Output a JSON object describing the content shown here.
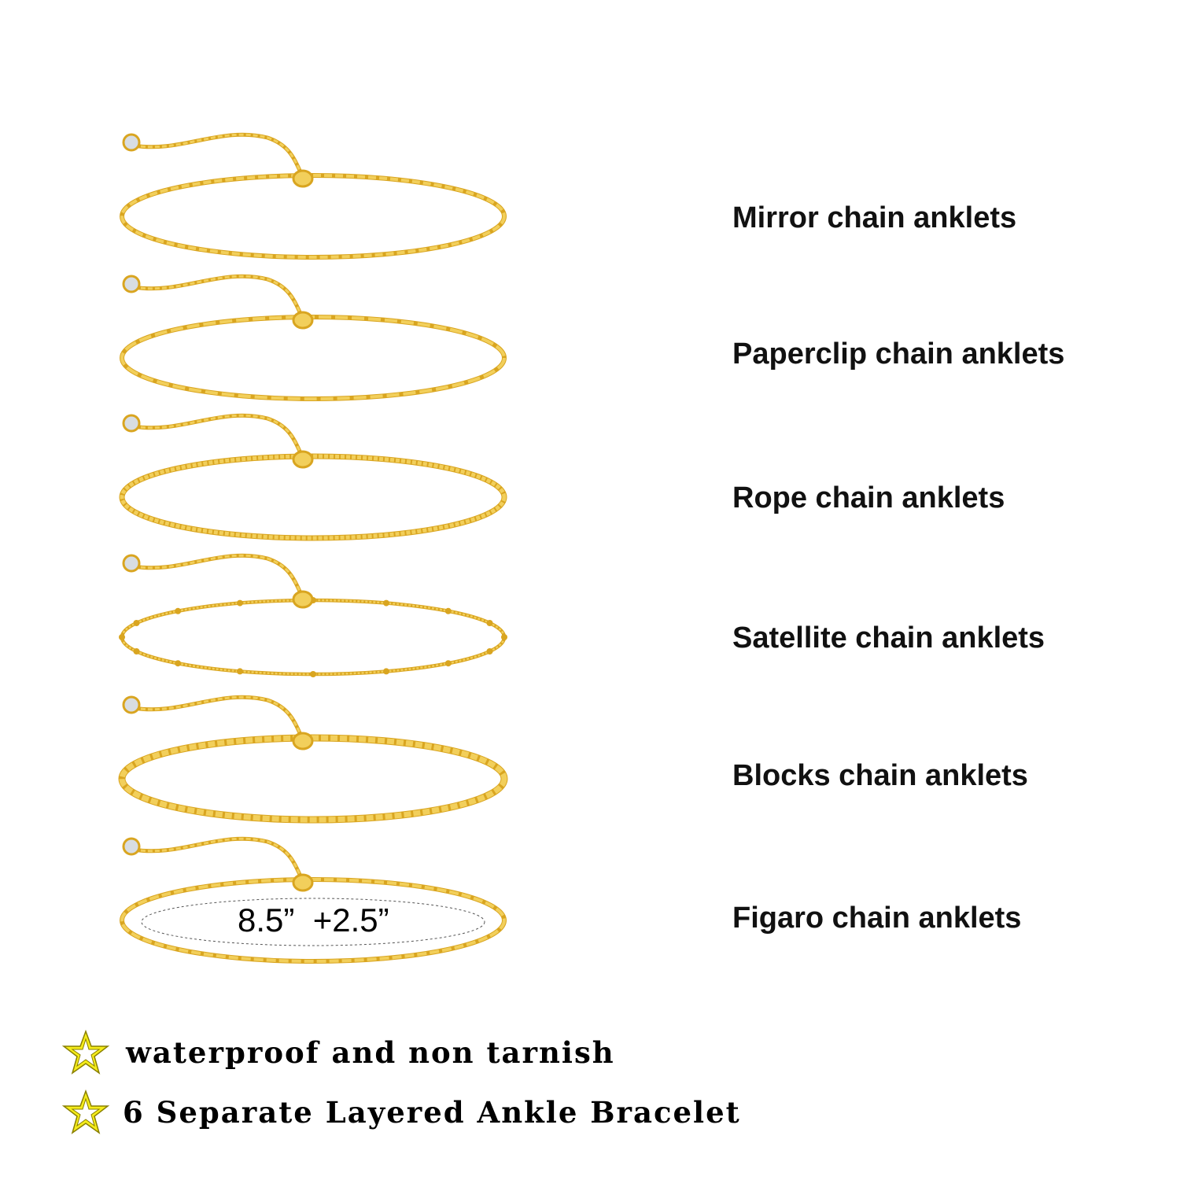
{
  "anklets": [
    {
      "label": "Mirror chain anklets"
    },
    {
      "label": "Paperclip chain anklets"
    },
    {
      "label": "Rope chain anklets"
    },
    {
      "label": "Satellite chain anklets"
    },
    {
      "label": "Blocks chain anklets"
    },
    {
      "label": "Figaro chain anklets"
    }
  ],
  "size_label": "8.5”  +2.5”",
  "features": [
    {
      "text": "waterproof and non tarnish",
      "icon": "star-icon"
    },
    {
      "text": "6 Separate Layered Ankle Bracelet",
      "icon": "star-icon"
    }
  ],
  "colors": {
    "gold": "#d9a520",
    "gold_light": "#f2cf5b",
    "star_fill": "#f5ec1a"
  }
}
